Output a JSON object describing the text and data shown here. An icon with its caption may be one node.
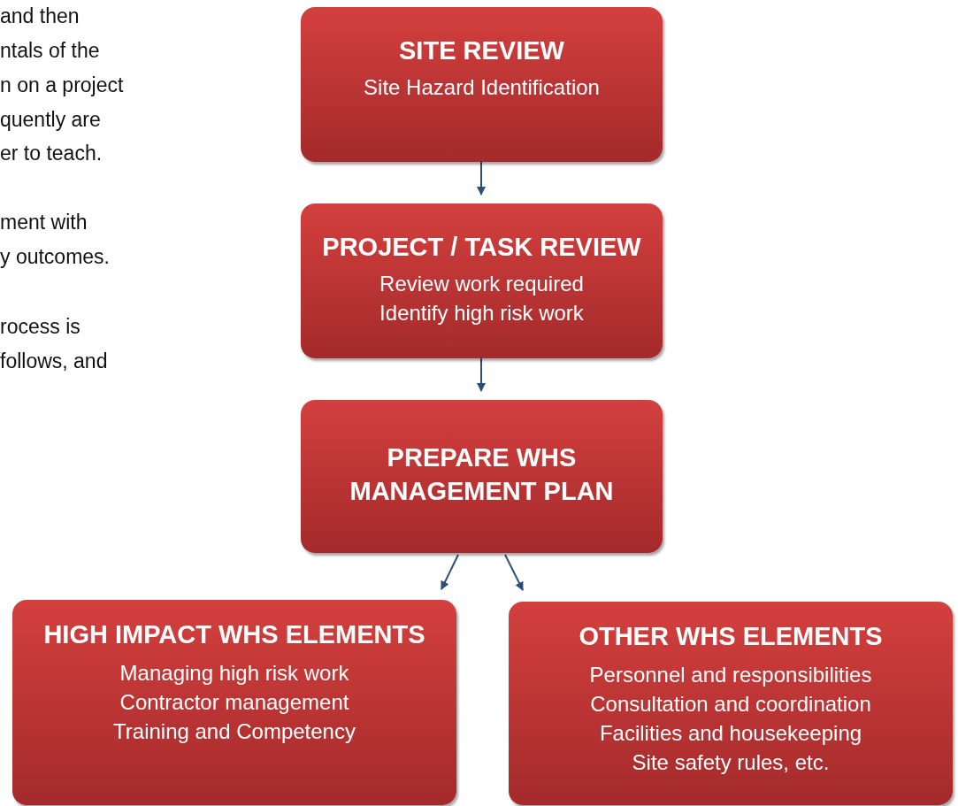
{
  "diagram": {
    "nodes": [
      {
        "text": [
          "SITE REVIEW",
          "Site Hazard Identification"
        ]
      },
      {
        "text": [
          "PROJECT / TASK REVIEW",
          "Review work required",
          "Identify high risk work"
        ]
      },
      {
        "text": [
          "PREPARE WHS MANAGEMENT PLAN"
        ]
      },
      {
        "text": [
          "HIGH IMPACT WHS ELEMENTS",
          "Managing high risk work",
          "Contractor management",
          "Training and Competency"
        ]
      },
      {
        "text": [
          "OTHER WHS ELEMENTS",
          "Personnel and responsibilities",
          "Consultation and coordination",
          "Facilities and housekeeping",
          "Site safety rules, etc."
        ]
      }
    ],
    "edges": [
      {
        "from": 0,
        "to": 1,
        "arrow": "to"
      },
      {
        "from": 1,
        "to": 2,
        "arrow": "to"
      },
      {
        "from": 2,
        "to": 3,
        "arrow": "to"
      },
      {
        "from": 2,
        "to": 4,
        "arrow": "to"
      }
    ],
    "labels": [
      "and then",
      "ntals of the",
      "n on a project",
      "quently are",
      "er to teach.",
      "ment with",
      "y outcomes.",
      "rocess is",
      "follows, and"
    ]
  }
}
